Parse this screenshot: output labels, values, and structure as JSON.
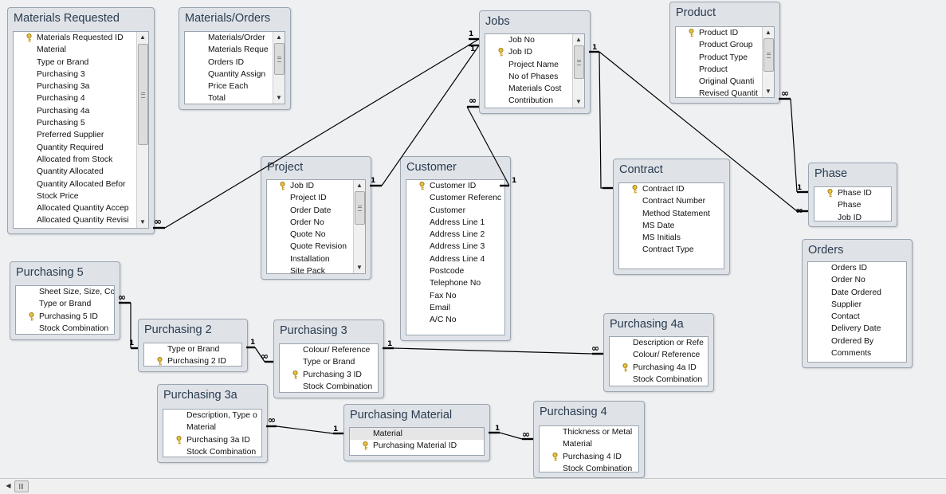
{
  "tables": {
    "materials_requested": {
      "title": "Materials Requested",
      "fields": [
        "Materials Requested ID",
        "Material",
        "Type or Brand",
        "Purchasing 3",
        "Purchasing 3a",
        "Purchasing 4",
        "Purchasing 4a",
        "Purchasing 5",
        "Preferred Supplier",
        "Quantity Required",
        "Allocated from Stock",
        "Quantity Allocated",
        "Quantity Allocated Befor",
        "Stock Price",
        "Allocated Quantity Accep",
        "Allocated Quantity Revisi"
      ]
    },
    "materials_orders": {
      "title": "Materials/Orders",
      "fields": [
        "Materials/Order",
        "Materials Reque",
        "Orders ID",
        "Quantity Assign",
        "Price Each",
        "Total"
      ]
    },
    "jobs": {
      "title": "Jobs",
      "fields": [
        "Job No",
        "Job ID",
        "Project Name",
        "No of Phases",
        "Materials Cost",
        "Contribution"
      ]
    },
    "product": {
      "title": "Product",
      "fields": [
        "Product ID",
        "Product Group",
        "Product Type",
        "Product",
        "Original Quanti",
        "Revised Quantit"
      ]
    },
    "project": {
      "title": "Project",
      "fields": [
        "Job ID",
        "Project ID",
        "Order Date",
        "Order No",
        "Quote No",
        "Quote Revision",
        "Installation",
        "Site Pack"
      ]
    },
    "customer": {
      "title": "Customer",
      "fields": [
        "Customer ID",
        "Customer Referenc",
        "Customer",
        "Address Line 1",
        "Address Line 2",
        "Address Line 3",
        "Address Line 4",
        "Postcode",
        "Telephone No",
        "Fax No",
        "Email",
        "A/C No"
      ]
    },
    "contract": {
      "title": "Contract",
      "fields": [
        "Contract ID",
        "Contract Number",
        "Method Statement",
        "MS Date",
        "MS Initials",
        "Contract Type"
      ]
    },
    "phase": {
      "title": "Phase",
      "fields": [
        "Phase ID",
        "Phase",
        "Job ID"
      ]
    },
    "orders": {
      "title": "Orders",
      "fields": [
        "Orders ID",
        "Order No",
        "Date Ordered",
        "Supplier",
        "Contact",
        "Delivery Date",
        "Ordered By",
        "Comments"
      ]
    },
    "purchasing5": {
      "title": "Purchasing 5",
      "fields": [
        "Sheet Size, Size, Co",
        "Type or Brand",
        "Purchasing 5 ID",
        "Stock Combination"
      ]
    },
    "purchasing2": {
      "title": "Purchasing 2",
      "fields": [
        "Type or Brand",
        "Purchasing 2 ID"
      ]
    },
    "purchasing3": {
      "title": "Purchasing 3",
      "fields": [
        "Colour/ Reference",
        "Type or Brand",
        "Purchasing 3 ID",
        "Stock Combination"
      ]
    },
    "purchasing4a": {
      "title": "Purchasing 4a",
      "fields": [
        "Description or Refe",
        "Colour/ Reference",
        "Purchasing 4a ID",
        "Stock Combination"
      ]
    },
    "purchasing3a": {
      "title": "Purchasing 3a",
      "fields": [
        "Description, Type o",
        "Material",
        "Purchasing 3a ID",
        "Stock Combination"
      ]
    },
    "purchasing_material": {
      "title": "Purchasing Material",
      "fields": [
        "Material",
        "Purchasing Material ID"
      ]
    },
    "purchasing4": {
      "title": "Purchasing 4",
      "fields": [
        "Thickness or Metal",
        "Material",
        "Purchasing 4 ID",
        "Stock Combination"
      ]
    }
  },
  "relationship_labels": {
    "one": "1",
    "many": "∞"
  },
  "colors": {
    "canvas": "#eef0f2",
    "table_header": "#dfe3e8",
    "border": "#9aa5b1",
    "line": "#000000"
  },
  "icons": {
    "primary_key": "key-icon",
    "scroll_up": "arrow-up-icon",
    "scroll_down": "arrow-down-icon",
    "scroll_left": "arrow-left-icon"
  }
}
